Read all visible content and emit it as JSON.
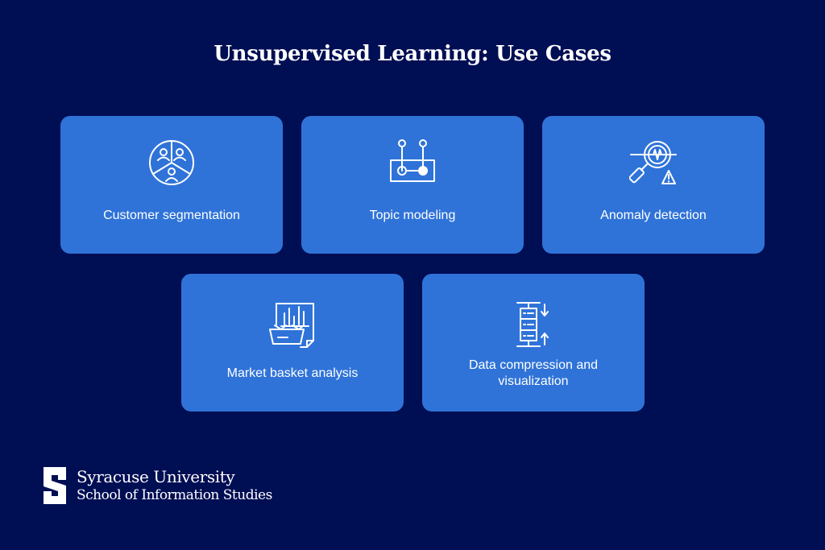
{
  "title": "Unsupervised Learning: Use Cases",
  "cards": [
    {
      "label": "Customer segmentation",
      "icon": "customer-segmentation-icon"
    },
    {
      "label": "Topic modeling",
      "icon": "topic-modeling-icon"
    },
    {
      "label": "Anomaly detection",
      "icon": "anomaly-detection-icon"
    },
    {
      "label": "Market basket analysis",
      "icon": "market-basket-icon"
    },
    {
      "label_line1": "Data compression and",
      "label_line2": "visualization",
      "icon": "data-compression-icon"
    }
  ],
  "footer": {
    "line1": "Syracuse University",
    "line2": "School of Information Studies",
    "logo": "syracuse-s-logo"
  },
  "colors": {
    "background": "#000e54",
    "card": "#2f73d8",
    "text": "#ffffff"
  }
}
